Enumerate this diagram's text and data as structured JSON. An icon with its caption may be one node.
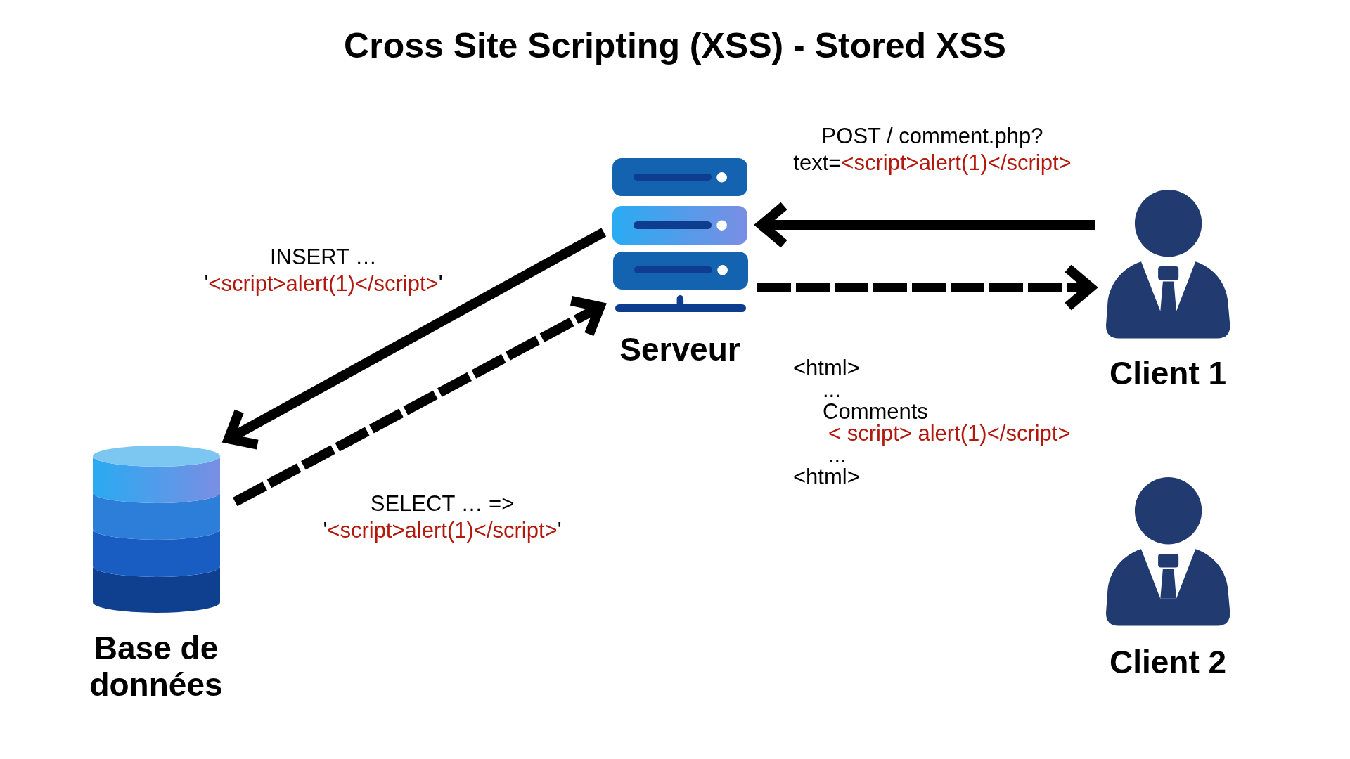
{
  "diagram": {
    "title": "Cross Site Scripting (XSS) - Stored XSS",
    "nodes": [
      {
        "text": [
          "Serveur"
        ]
      },
      {
        "text": [
          "Client 1"
        ]
      },
      {
        "text": [
          "Client 2"
        ]
      },
      {
        "text": [
          "Base de données"
        ]
      }
    ],
    "edges": [
      {
        "from": 1,
        "to": 0,
        "arrow": "to",
        "label": "POST / comment.php? text=<script>alert(1)</script>"
      },
      {
        "from": 0,
        "to": 1,
        "arrow": "to",
        "style": "dashed"
      },
      {
        "from": 0,
        "to": 3,
        "arrow": "to",
        "label": "INSERT … '<script>alert(1)</script>'"
      },
      {
        "from": 3,
        "to": 0,
        "arrow": "to",
        "style": "dashed",
        "label": "SELECT … => '<script>alert(1)</script>'"
      }
    ],
    "labels": [
      "<html>",
      "...",
      "Comments",
      "< script> alert(1)</script>",
      "...",
      "<html>"
    ]
  }
}
